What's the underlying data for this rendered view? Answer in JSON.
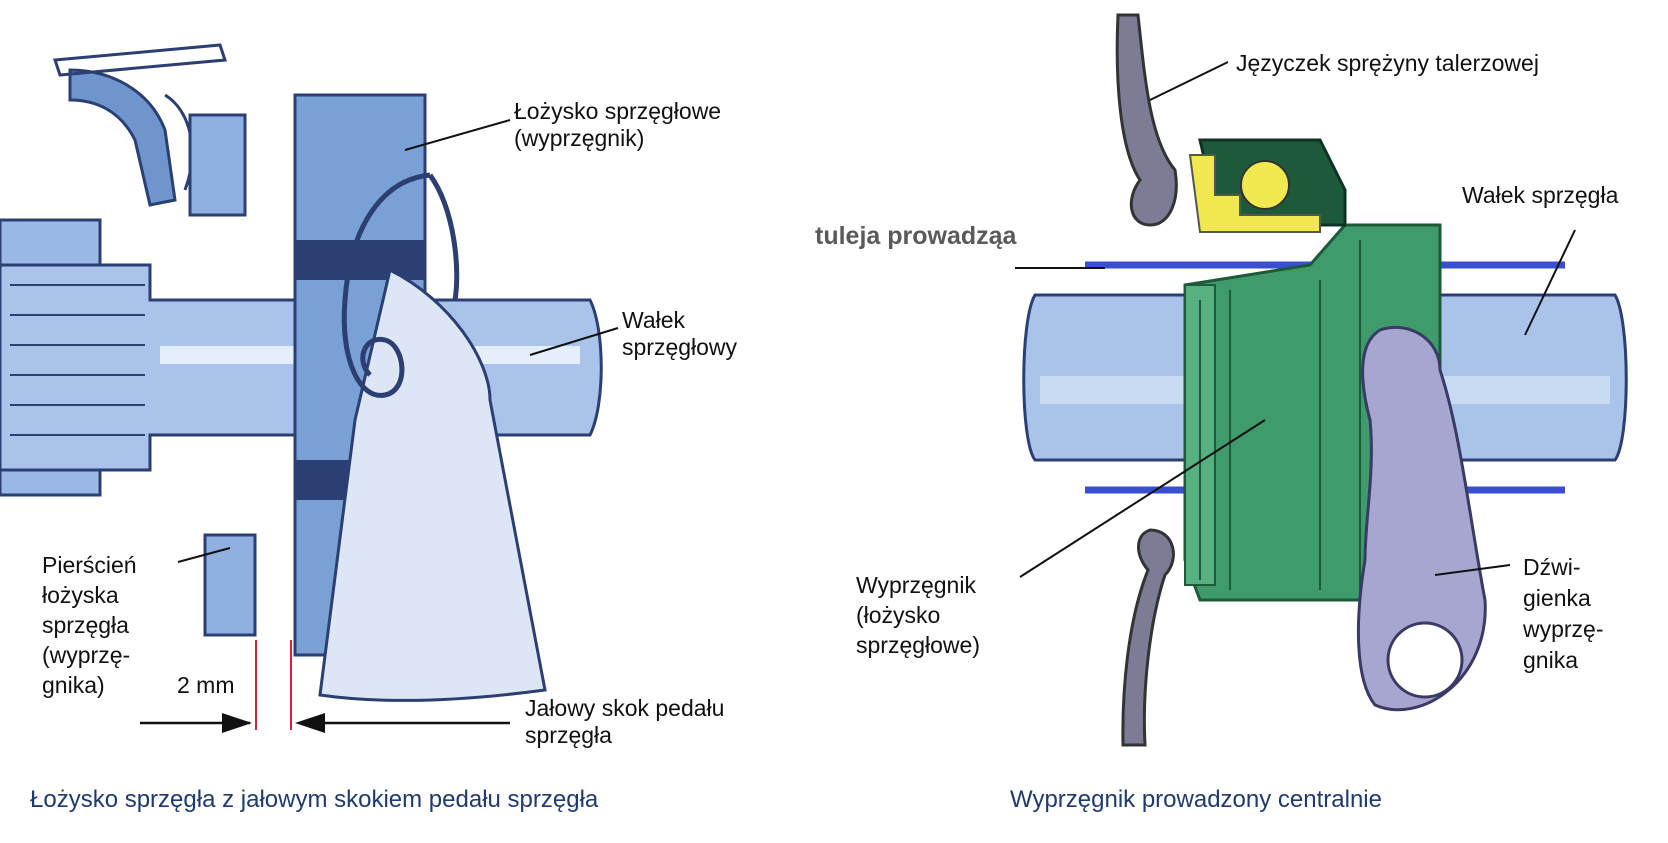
{
  "left_diagram": {
    "labels": {
      "bearing": [
        "Łożysko sprzęgłowe",
        "(wyprzęgnik)"
      ],
      "shaft": [
        "Wałek",
        "sprzęgłowy"
      ],
      "ring": [
        "Pierścień",
        "łożyska",
        "sprzęgła",
        "(wyprzę-",
        "gnika)"
      ],
      "gap": "2 mm",
      "free_travel": [
        "Jałowy skok pedału",
        "sprzęgła"
      ]
    },
    "caption": "Łożysko sprzęgła z jałowym skokiem pedału sprzęgła"
  },
  "right_diagram": {
    "labels": {
      "spring_tongue": "Języczek sprężyny talerzowej",
      "guide_sleeve": "tuleja prowadząa",
      "shaft": "Wałek sprzęgła",
      "release_bearing": [
        "Wyprzęgnik",
        "(łożysko",
        "sprzęgłowe)"
      ],
      "release_lever": [
        "Dźwi-",
        "gienka",
        "wyprzę-",
        "gnika"
      ]
    },
    "caption": "Wyprzęgnik prowadzony centralnie"
  },
  "colors": {
    "shaft_blue": "#a9c3ea",
    "bearing_blue": "#6f95cf",
    "dark_blue": "#2b3f73",
    "green": "#3f9a6c",
    "dark_green": "#1d5a3a",
    "yellow": "#f0ea50",
    "lever_lavender": "#a7a6cf",
    "guide_line_blue": "#3a4fd0",
    "gap_red": "#d2233a",
    "caption_navy": "#1f3a6e"
  }
}
